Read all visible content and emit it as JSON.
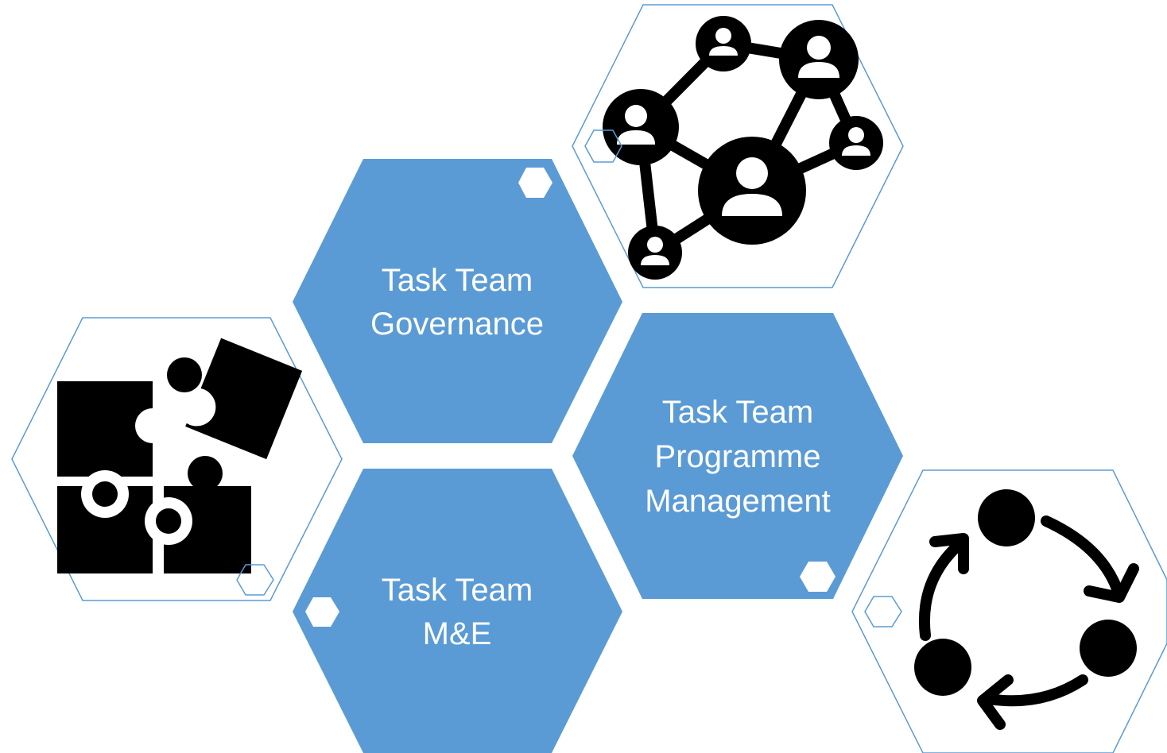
{
  "colors": {
    "accent": "#5b9bd5",
    "outline": "#5b9bd5",
    "icon": "#000000",
    "text": "#ffffff"
  },
  "teams": [
    {
      "line1": "Task Team",
      "line2": "Governance"
    },
    {
      "line1": "Task Team",
      "line2": "Programme",
      "line3": "Management"
    },
    {
      "line1": "Task Team",
      "line2": "M&E"
    }
  ],
  "icons": [
    "people-network-icon",
    "puzzle-pieces-icon",
    "cycle-icon"
  ]
}
